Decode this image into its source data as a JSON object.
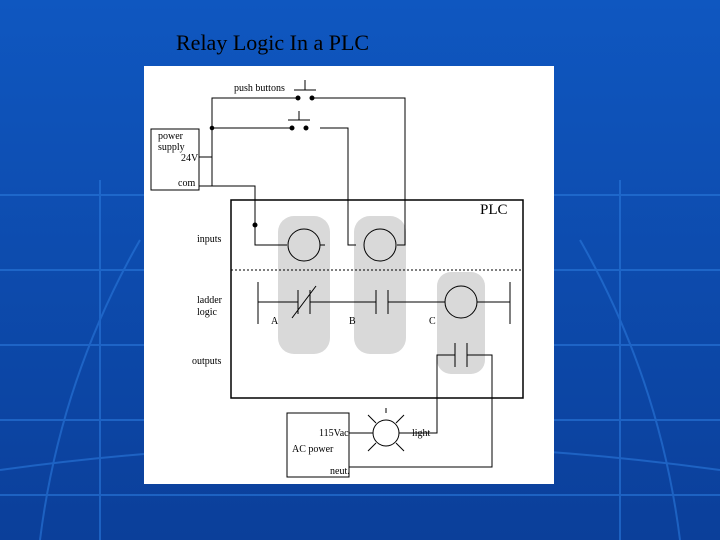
{
  "slide": {
    "title": "Relay Logic In a PLC"
  },
  "diagram": {
    "push_buttons": "push buttons",
    "power_supply": [
      "power",
      "supply"
    ],
    "voltage": "24V",
    "com": "com",
    "plc": "PLC",
    "inputs": "inputs",
    "ladder_logic": [
      "ladder",
      "logic"
    ],
    "outputs": "outputs",
    "contact_a": "A",
    "contact_b": "B",
    "coil_c": "C",
    "ac_voltage": "115Vac",
    "ac_power": "AC power",
    "neut": "neut.",
    "light": "light"
  },
  "colors": {
    "background": "#1565c8",
    "panel": "#ffffff",
    "shading": "#d9d9d9",
    "line": "#000000"
  }
}
